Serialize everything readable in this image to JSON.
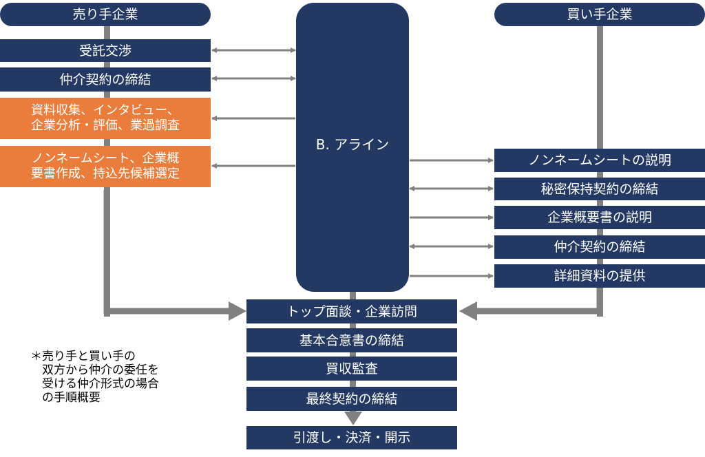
{
  "seller": {
    "title": "売り手企業",
    "steps": [
      {
        "label": "受託交渉",
        "style": "navy"
      },
      {
        "label": "仲介契約の締結",
        "style": "navy"
      },
      {
        "label": "資料収集、インタビュー、\n企業分析・評価、業過調査",
        "style": "orange"
      },
      {
        "label": "ノンネームシート、企業概\n要書作成、持込先候補選定",
        "style": "orange"
      }
    ]
  },
  "hub": {
    "label": "B. アライン"
  },
  "buyer": {
    "title": "買い手企業",
    "steps": [
      {
        "label": "ノンネームシートの説明",
        "arrow": "to-buyer"
      },
      {
        "label": "秘密保持契約の締結",
        "arrow": "both"
      },
      {
        "label": "企業概要書の説明",
        "arrow": "to-buyer"
      },
      {
        "label": "仲介契約の締結",
        "arrow": "both"
      },
      {
        "label": "詳細資料の提供",
        "arrow": "to-buyer"
      }
    ]
  },
  "seller_arrows": [
    "both",
    "both",
    "to-seller",
    "to-seller"
  ],
  "joint": {
    "steps": [
      {
        "label": "トップ面談・企業訪問"
      },
      {
        "label": "基本合意書の締結"
      },
      {
        "label": "買収監査"
      },
      {
        "label": "最終契約の締結"
      },
      {
        "label": "引渡し・決済・開示"
      }
    ]
  },
  "note": "＊売り手と買い手の\n　双方から仲介の委任を\n　受ける仲介形式の場合\n　の手順概要",
  "colors": {
    "navy": "#233862",
    "orange": "#eb7d3c",
    "arrow": "#808080"
  }
}
